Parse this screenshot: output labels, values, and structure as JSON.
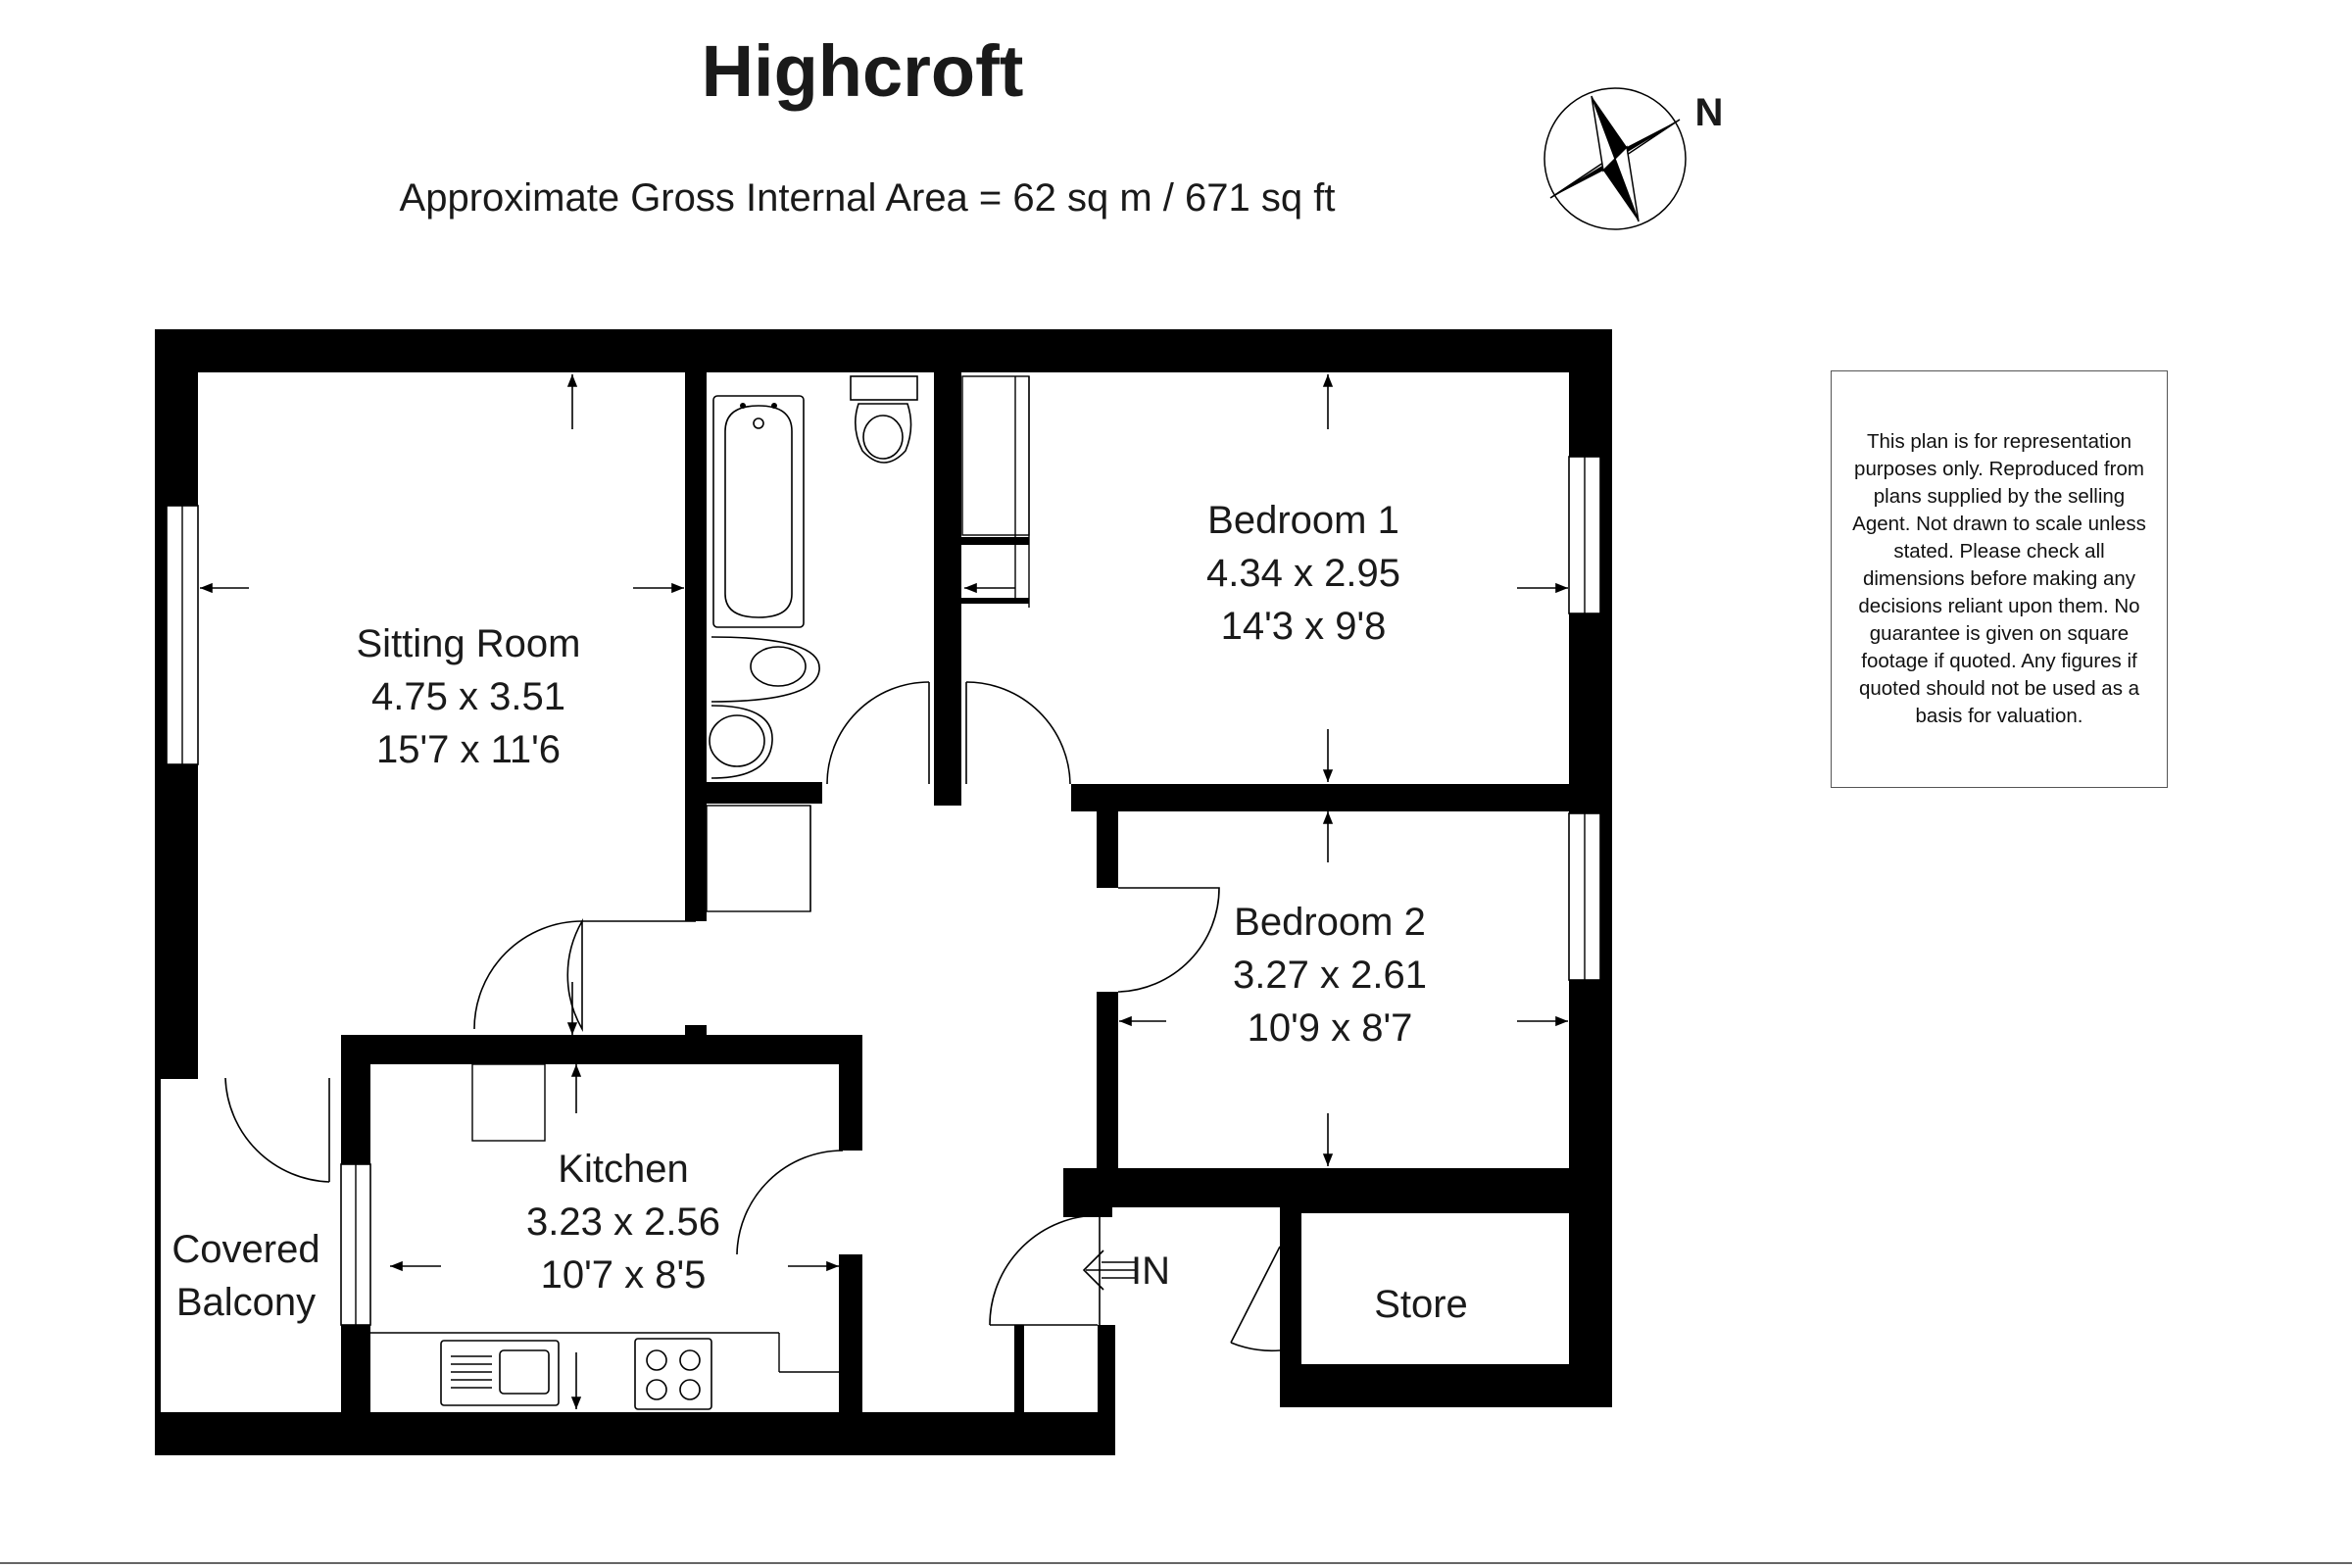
{
  "header": {
    "title": "Highcroft",
    "subtitle": "Approximate Gross Internal Area = 62 sq m / 671 sq ft"
  },
  "compass": {
    "label": "N",
    "icon": "compass-rose-icon"
  },
  "rooms": {
    "sitting_room": {
      "name": "Sitting Room",
      "metric": "4.75 x 3.51",
      "imperial": "15'7 x 11'6"
    },
    "bedroom_1": {
      "name": "Bedroom 1",
      "metric": "4.34 x 2.95",
      "imperial": "14'3 x 9'8"
    },
    "bedroom_2": {
      "name": "Bedroom 2",
      "metric": "3.27 x 2.61",
      "imperial": "10'9 x 8'7"
    },
    "kitchen": {
      "name": "Kitchen",
      "metric": "3.23 x 2.56",
      "imperial": "10'7 x 8'5"
    },
    "balcony": {
      "line1": "Covered",
      "line2": "Balcony"
    },
    "store": {
      "name": "Store"
    }
  },
  "entrance": {
    "label": "IN"
  },
  "disclaimer": {
    "text": "This plan is for representation purposes only. Reproduced from plans supplied by the selling Agent. Not drawn to scale unless stated. Please check all dimensions before making any decisions reliant upon them. No guarantee is given on square footage if quoted. Any figures if quoted should not be used as a basis for valuation."
  },
  "colors": {
    "wall": "#000000",
    "text": "#1a1a1a",
    "background": "#ffffff"
  }
}
